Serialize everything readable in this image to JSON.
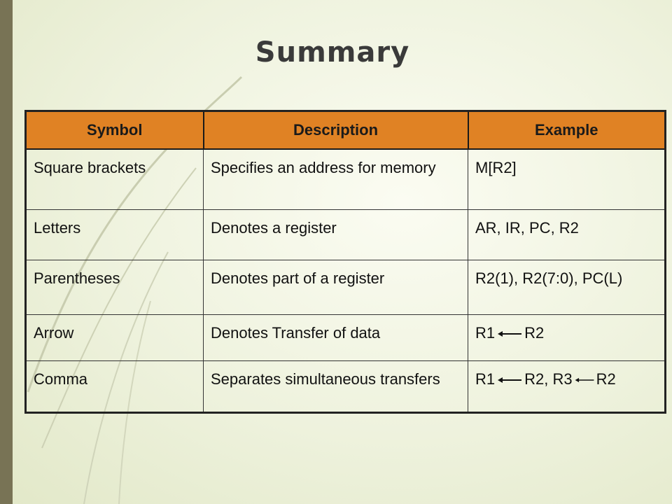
{
  "slide": {
    "title": "Summary"
  },
  "table": {
    "headers": [
      "Symbol",
      "Description",
      "Example"
    ],
    "rows": [
      {
        "symbol": "Square brackets",
        "description": "Specifies an address for memory",
        "example": "M[R2]"
      },
      {
        "symbol": "Letters",
        "description": "Denotes a register",
        "example": "AR, IR, PC, R2"
      },
      {
        "symbol": "Parentheses",
        "description": "Denotes part of a register",
        "example": "R2(1), R2(7:0), PC(L)"
      },
      {
        "symbol": "Arrow",
        "description": "Denotes Transfer of data",
        "example_parts": [
          "R1",
          "R2"
        ]
      },
      {
        "symbol": "Comma",
        "description": "Separates simultaneous transfers",
        "example_parts": [
          "R1",
          "R2, R3",
          "R2"
        ]
      }
    ]
  },
  "colors": {
    "header_bg": "#e08224",
    "left_bar": "#787355"
  }
}
